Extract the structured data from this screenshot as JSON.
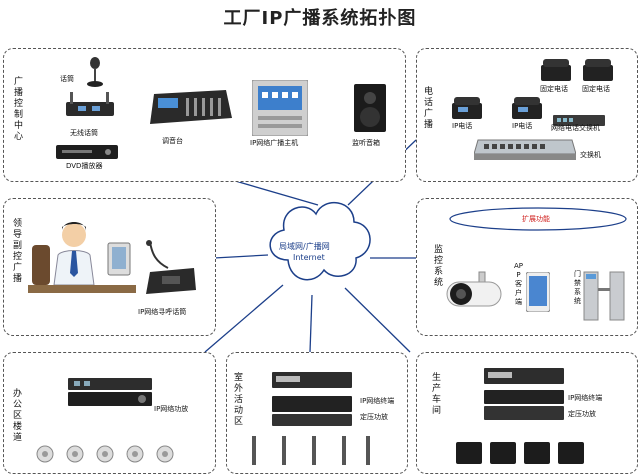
{
  "title": "工厂IP广播系统拓扑图",
  "cloud": {
    "line1": "局域网/广播网",
    "line2": "Internet"
  },
  "panels": {
    "control_center": {
      "label": "广播控制中心",
      "devices": {
        "mic": "话筒",
        "wireless_mic": "无线话筒",
        "dvd": "DVD播放器",
        "mixer": "调音台",
        "host": "IP网络广播主机",
        "speaker": "监听音箱"
      }
    },
    "phone_broadcast": {
      "label": "电话广播",
      "devices": {
        "ip_phone_1": "IP电话",
        "ip_phone_2": "IP电话",
        "fixed_phone_1": "固定电话",
        "fixed_phone_2": "固定电话",
        "pbx": "网络电话交换机",
        "switch": "交换机"
      }
    },
    "leader": {
      "label": "领导副控广播",
      "devices": {
        "paging": "IP网络寻呼话筒"
      }
    },
    "monitoring": {
      "label": "监控系统",
      "expand": "扩展功能",
      "app": "APP客户端",
      "gate": "门禁系统"
    },
    "office": {
      "label": "办公区楼道",
      "devices": {
        "amp": "IP网络功放"
      }
    },
    "outdoor": {
      "label": "室外活动区",
      "devices": {
        "terminal": "IP网络终端",
        "amp": "定压功放"
      }
    },
    "workshop": {
      "label": "生产车间",
      "devices": {
        "terminal": "IP网络终端",
        "amp": "定压功放"
      }
    }
  }
}
